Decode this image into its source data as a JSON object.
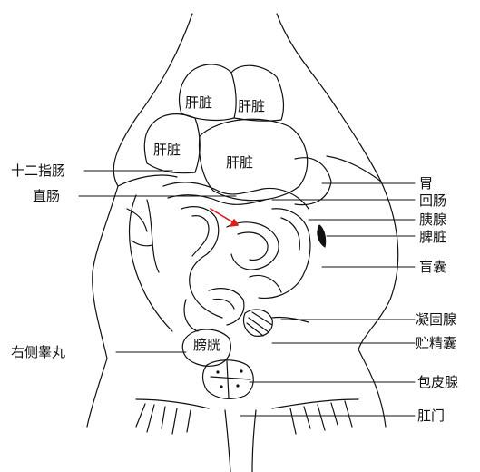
{
  "labels": {
    "liver_1": "肝脏",
    "liver_2": "肝脏",
    "liver_3": "肝脏",
    "liver_4": "肝脏",
    "duodenum": "十二指肠",
    "rectum": "直肠",
    "stomach": "胃",
    "ileum": "回肠",
    "pancreas": "胰腺",
    "spleen": "脾脏",
    "cecum": "盲囊",
    "coagulating_gland": "凝固腺",
    "seminal_vesicle": "贮精囊",
    "right_testis": "右侧睾丸",
    "bladder": "膀胱",
    "preputial_gland": "包皮腺",
    "anus": "肛门"
  },
  "colors": {
    "line": "#111111",
    "arrow": "#e01b1b",
    "background": "#ffffff"
  }
}
